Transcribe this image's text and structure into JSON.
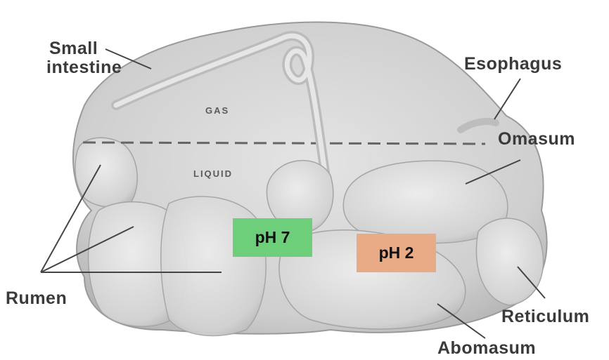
{
  "labels": {
    "small_intestine_line1": "Small",
    "small_intestine_line2": "intestine",
    "esophagus": "Esophagus",
    "omasum": "Omasum",
    "rumen": "Rumen",
    "reticulum": "Reticulum",
    "abomasum": "Abomasum",
    "gas": "GAS",
    "liquid": "LIQUID"
  },
  "ph_boxes": {
    "rumen_ph": "pH 7",
    "abomasum_ph": "pH 2"
  },
  "colors": {
    "ph7_box": "#6dcf79",
    "ph2_box": "#e8ab86",
    "organ": "#d6d6d6",
    "leader_line": "#444444"
  }
}
